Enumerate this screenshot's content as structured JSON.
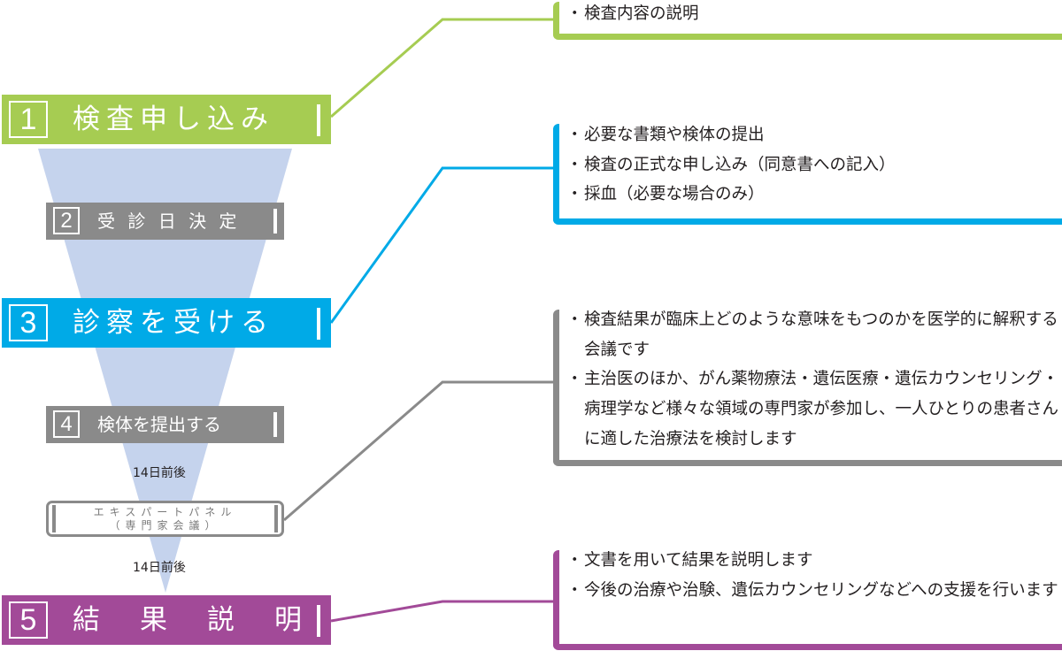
{
  "colors": {
    "green": "#a6cc52",
    "blue": "#00aae7",
    "gray": "#8a8a8a",
    "purple": "#a24a98",
    "funnel": "#c5d3ed"
  },
  "steps": [
    {
      "num": "1",
      "label": "検査申し込み"
    },
    {
      "num": "2",
      "label": "受 診 日 決 定"
    },
    {
      "num": "3",
      "label": "診察を受ける"
    },
    {
      "num": "4",
      "label": "検体を提出する"
    },
    {
      "num": "5",
      "label": "結　果　説　明"
    }
  ],
  "notes": [
    "14日前後",
    "14日前後"
  ],
  "expert_panel": {
    "line1": "エキスパートパネル",
    "line2": "（専門家会議）"
  },
  "details": {
    "apply": [
      "検査内容の説明"
    ],
    "exam": [
      "必要な書類や検体の提出",
      "検査の正式な申し込み（同意書への記入）",
      "採血（必要な場合のみ）"
    ],
    "expert": [
      "検査結果が臨床上どのような意味をもつのかを医学的に解釈する会議です",
      "主治医のほか、がん薬物療法・遺伝医療・遺伝カウンセリング・病理学など様々な領域の専門家が参加し、一人ひとりの患者さんに適した治療法を検討します"
    ],
    "result": [
      "文書を用いて結果を説明します",
      "今後の治療や治験、遺伝カウンセリングなどへの支援を行います"
    ]
  }
}
